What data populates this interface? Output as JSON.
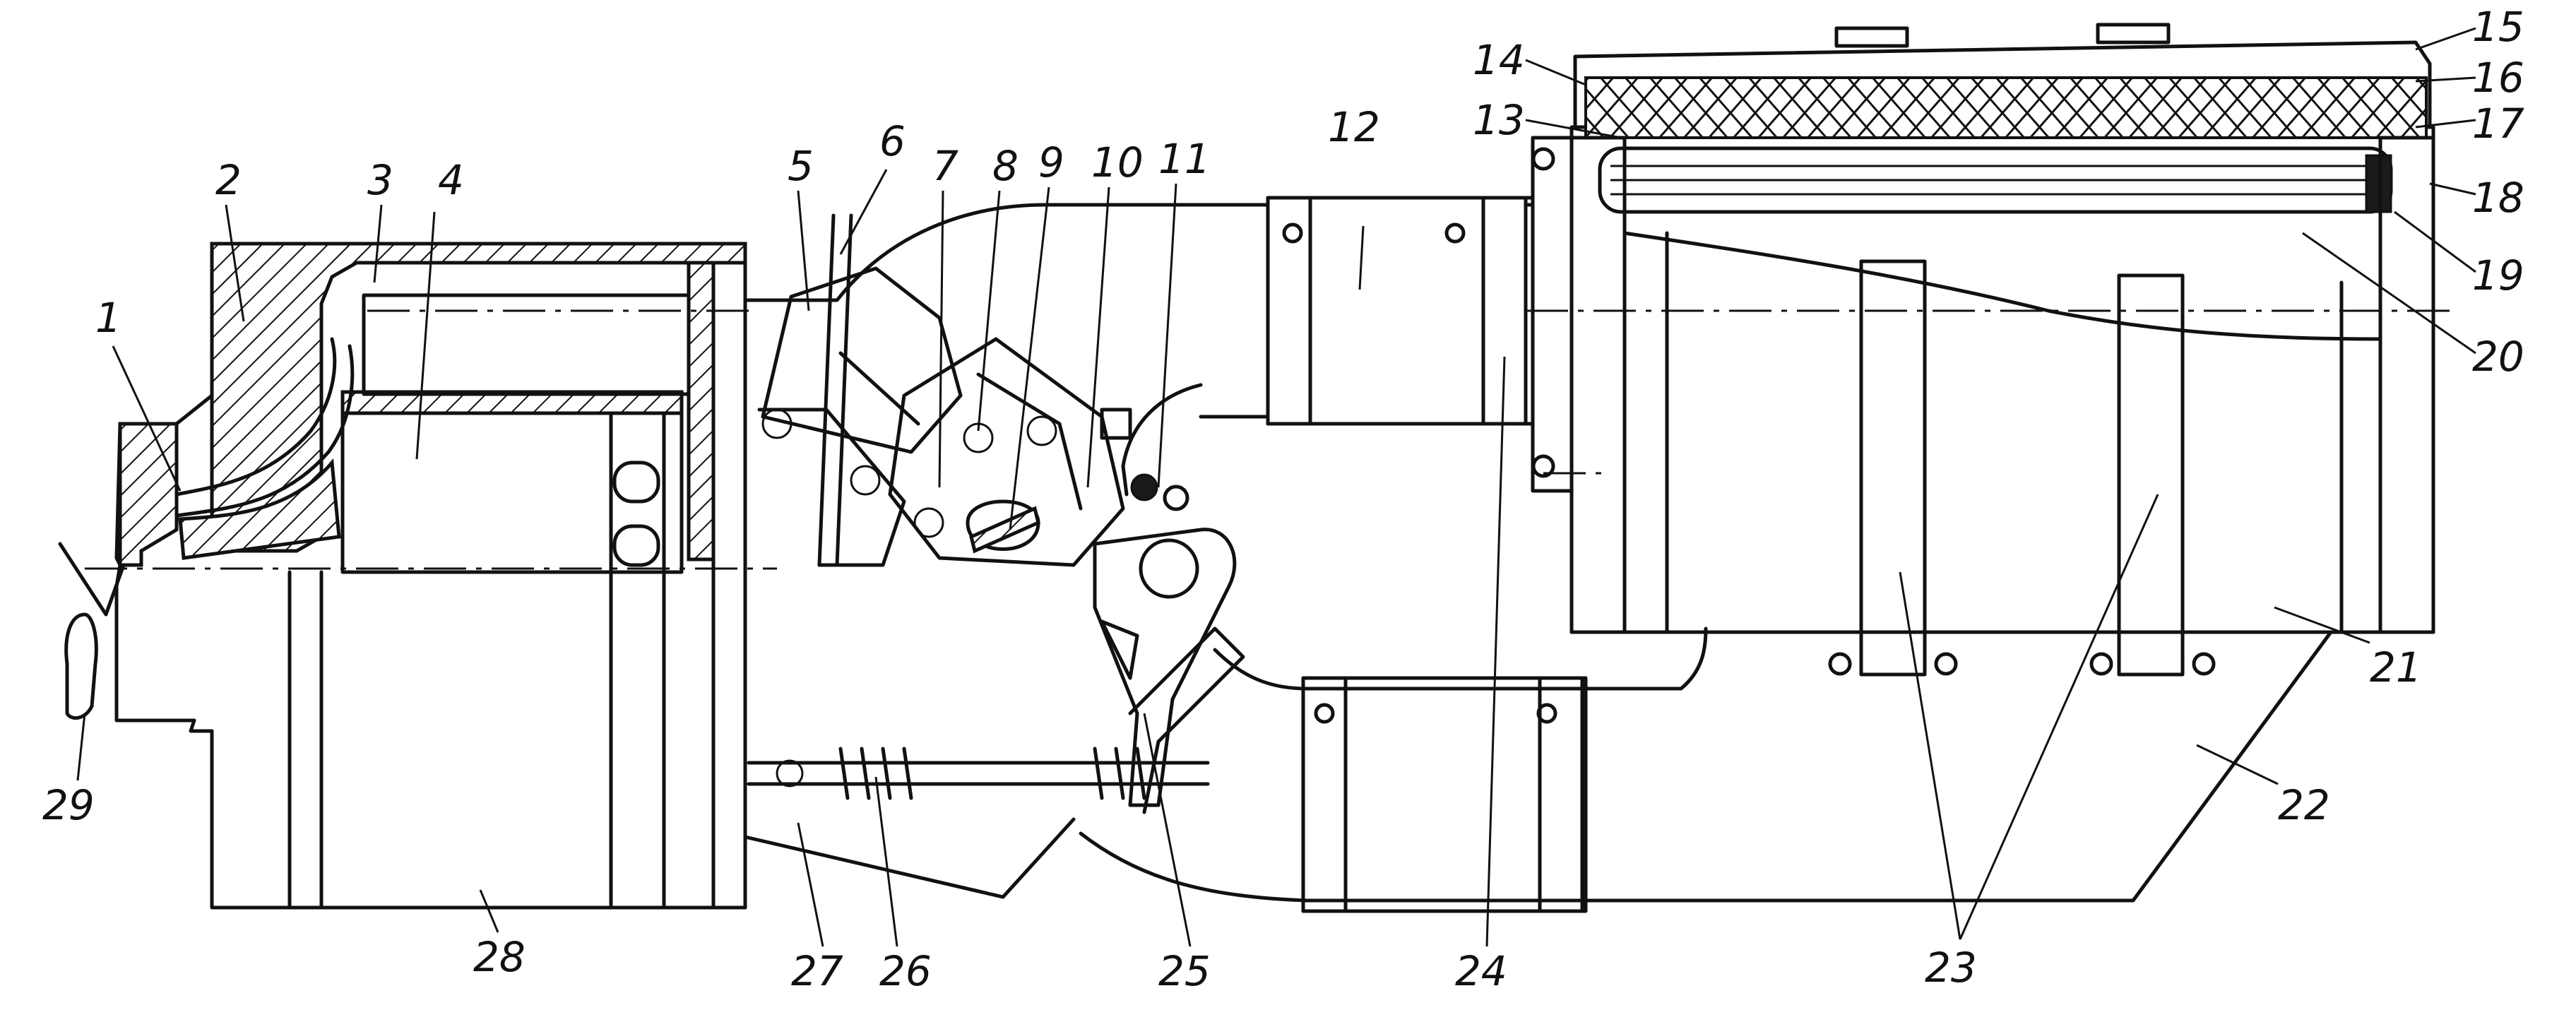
{
  "callouts": [
    {
      "id": "1",
      "label": "1"
    },
    {
      "id": "2",
      "label": "2"
    },
    {
      "id": "3",
      "label": "3"
    },
    {
      "id": "4",
      "label": "4"
    },
    {
      "id": "5",
      "label": "5"
    },
    {
      "id": "6",
      "label": "6"
    },
    {
      "id": "7",
      "label": "7"
    },
    {
      "id": "8",
      "label": "8"
    },
    {
      "id": "9",
      "label": "9"
    },
    {
      "id": "10",
      "label": "10"
    },
    {
      "id": "11",
      "label": "11"
    },
    {
      "id": "12",
      "label": "12"
    },
    {
      "id": "13",
      "label": "13"
    },
    {
      "id": "14",
      "label": "14"
    },
    {
      "id": "15",
      "label": "15"
    },
    {
      "id": "16",
      "label": "16"
    },
    {
      "id": "17",
      "label": "17"
    },
    {
      "id": "18",
      "label": "18"
    },
    {
      "id": "19",
      "label": "19"
    },
    {
      "id": "20",
      "label": "20"
    },
    {
      "id": "21",
      "label": "21"
    },
    {
      "id": "22",
      "label": "22"
    },
    {
      "id": "23",
      "label": "23"
    },
    {
      "id": "24",
      "label": "24"
    },
    {
      "id": "25",
      "label": "25"
    },
    {
      "id": "26",
      "label": "26"
    },
    {
      "id": "27",
      "label": "27"
    },
    {
      "id": "28",
      "label": "28"
    },
    {
      "id": "29",
      "label": "29"
    }
  ],
  "colors": {
    "ink": "#111111",
    "paper": "#ffffff"
  }
}
